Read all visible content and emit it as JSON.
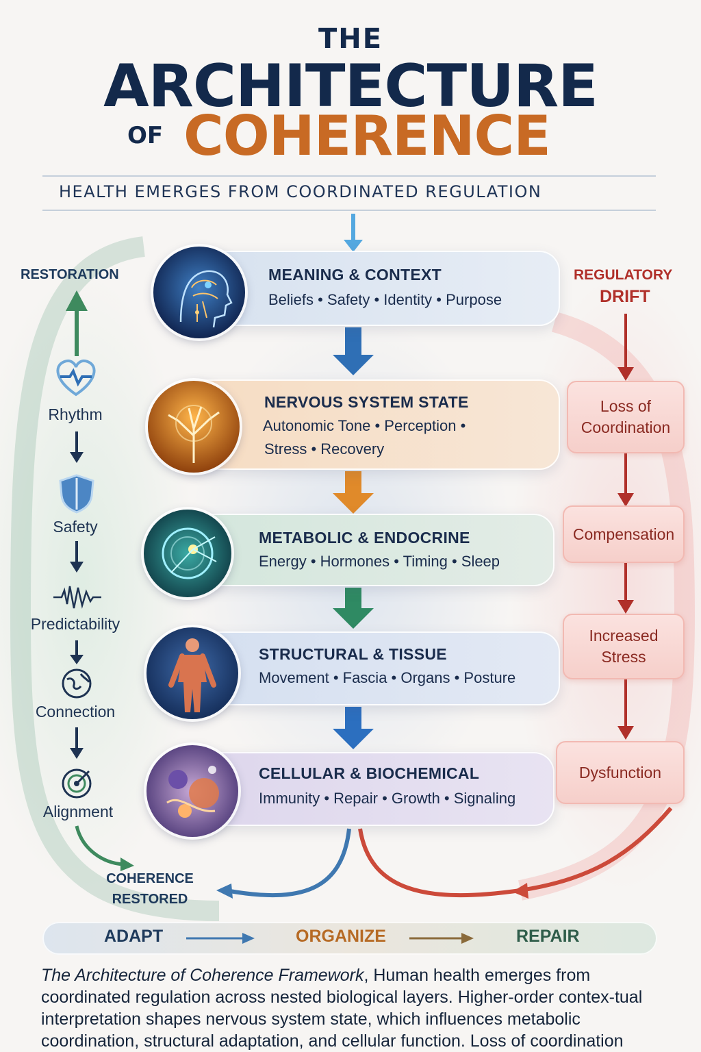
{
  "title": {
    "line1": "THE",
    "line2": "ARCHITECTURE",
    "line3a": "OF",
    "line3b": "COHERENCE"
  },
  "subtitle": "HEALTH EMERGES FROM COORDINATED REGULATION",
  "layers": [
    {
      "title": "MEANING & CONTEXT",
      "items": "Beliefs • Safety • Identity • Purpose",
      "items2": "",
      "icon": "brain-head-icon",
      "color": "#2f6fb5"
    },
    {
      "title": "NERVOUS SYSTEM STATE",
      "items": "Autonomic Tone • Perception •",
      "items2": "Stress • Recovery",
      "icon": "neuron-tree-icon",
      "color": "#e08a2a"
    },
    {
      "title": "METABOLIC & ENDOCRINE",
      "items": "Energy • Hormones • Timing • Sleep",
      "items2": "",
      "icon": "cell-network-icon",
      "color": "#2f8a63"
    },
    {
      "title": "STRUCTURAL & TISSUE",
      "items": "Movement • Fascia • Organs • Posture",
      "items2": "",
      "icon": "anatomy-body-icon",
      "color": "#2c6fbf"
    },
    {
      "title": "CELLULAR & BIOCHEMICAL",
      "items": "Immunity • Repair • Growth • Signaling",
      "items2": "",
      "icon": "cells-molecules-icon",
      "color": "#8e67b8"
    }
  ],
  "restoration": {
    "heading": "RESTORATION",
    "steps": [
      {
        "label": "Rhythm",
        "icon": "heart-pulse-icon"
      },
      {
        "label": "Safety",
        "icon": "shield-icon"
      },
      {
        "label": "Predictability",
        "icon": "waveform-icon"
      },
      {
        "label": "Connection",
        "icon": "globe-icon"
      },
      {
        "label": "Alignment",
        "icon": "target-icon"
      }
    ],
    "outcome_line1": "COHERENCE",
    "outcome_line2": "RESTORED"
  },
  "drift": {
    "heading1": "REGULATORY",
    "heading2": "DRIFT",
    "stages": [
      {
        "line1": "Loss of",
        "line2": "Coordination"
      },
      {
        "line1": "Compensation",
        "line2": ""
      },
      {
        "line1": "Increased",
        "line2": "Stress"
      },
      {
        "line1": "Dysfunction",
        "line2": ""
      }
    ]
  },
  "process_bar": {
    "step1": "ADAPT",
    "step2": "ORGANIZE",
    "step3": "REPAIR"
  },
  "description": {
    "lead": "The Architecture of Coherence Framework",
    "text": ", Human health emerges from coordinated regulation across nested biological layers. Higher-order contex-tual interpretation shapes nervous system state, which influences metabolic coordination, structural adaptation, and cellular function. Loss of coordination"
  },
  "colors": {
    "navy": "#13294b",
    "orange": "#c86a24",
    "green": "#3e8a5e",
    "red": "#b0302a"
  }
}
